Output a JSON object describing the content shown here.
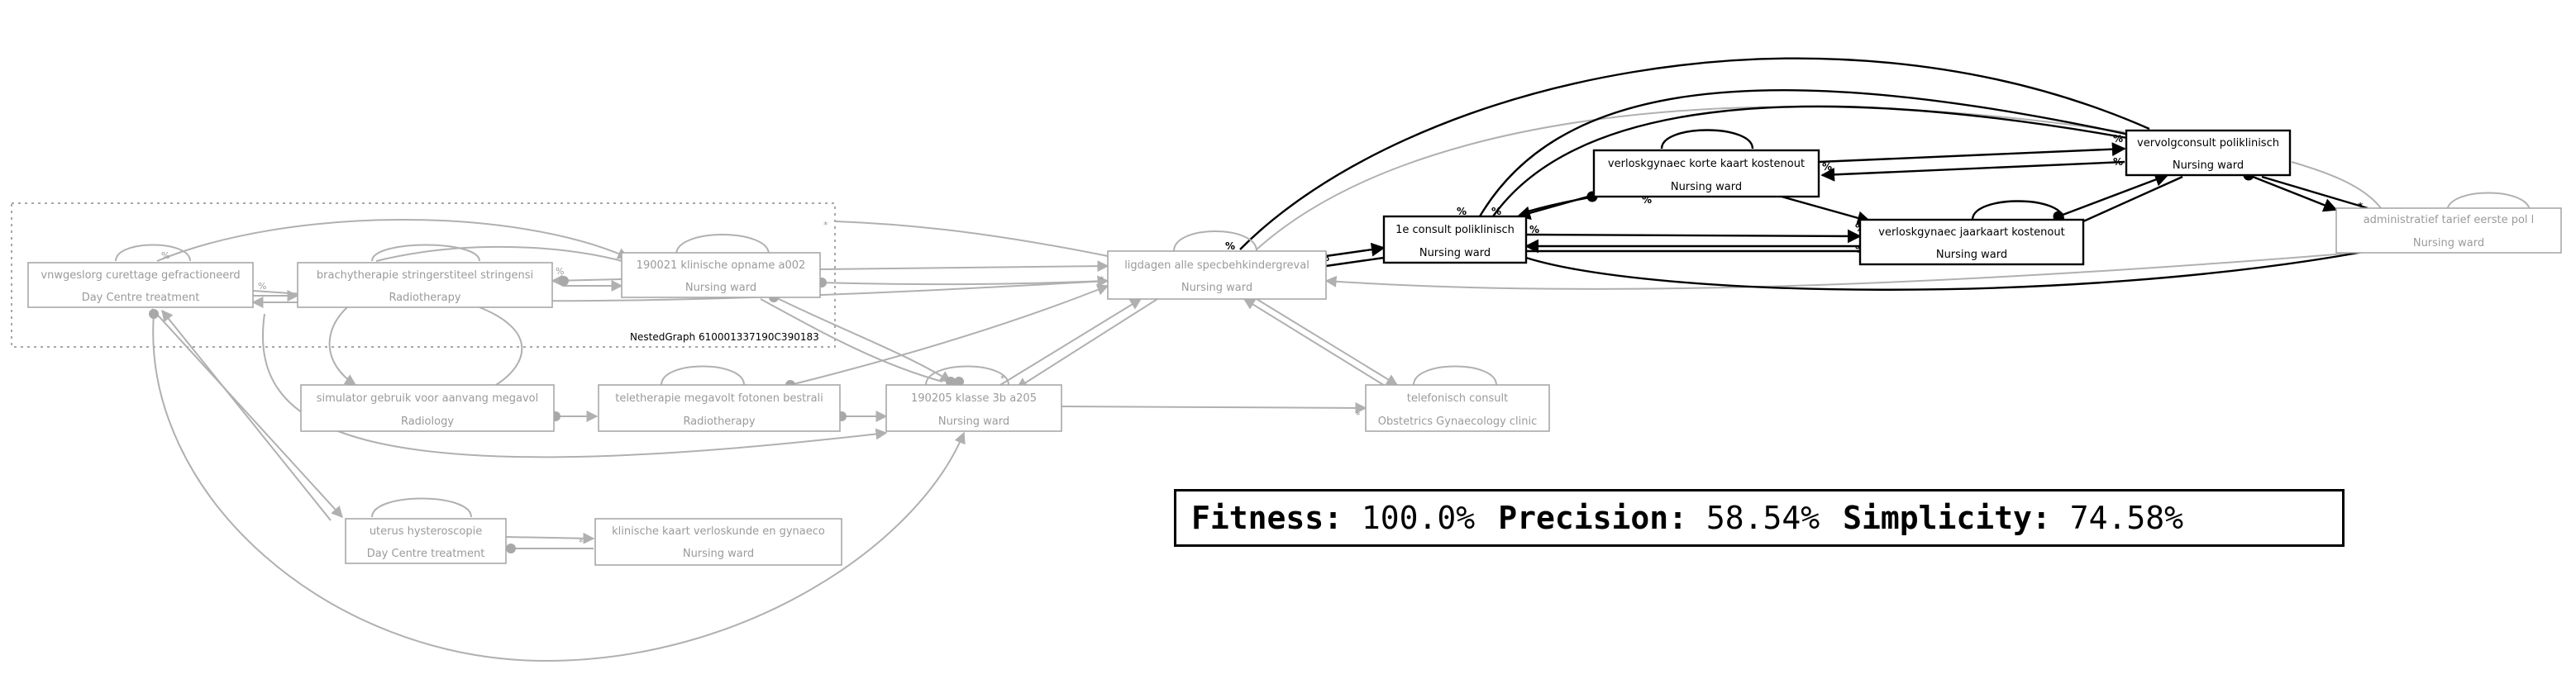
{
  "nested_graph_label": "NestedGraph 610001337190C390183",
  "edge_marks": {
    "percent": "%",
    "star": "*"
  },
  "nodes": [
    {
      "id": "n1",
      "title": "vnwgeslorg curettage gefractioneerd",
      "subtitle": "Day Centre  treatment",
      "style": "faded"
    },
    {
      "id": "n2",
      "title": "brachytherapie  stringerstiteel  stringensi",
      "subtitle": "Radiotherapy",
      "style": "faded"
    },
    {
      "id": "n3",
      "title": "190021 klinische opname a002",
      "subtitle": "Nursing ward",
      "style": "faded"
    },
    {
      "id": "n4",
      "title": "ligdagen  alle specbehkindergreval",
      "subtitle": "Nursing ward",
      "style": "faded"
    },
    {
      "id": "n5",
      "title": "simulator  gebruik voor aanvang megavol",
      "subtitle": "Radiology",
      "style": "faded"
    },
    {
      "id": "n6",
      "title": "teletherapie  megavolt fotonen bestrali",
      "subtitle": "Radiotherapy",
      "style": "faded"
    },
    {
      "id": "n7",
      "title": "190205 klasse 3b        a205",
      "subtitle": "Nursing ward",
      "style": "faded"
    },
    {
      "id": "n8",
      "title": "telefonisch consult",
      "subtitle": "Obstetrics  Gynaecology clinic",
      "style": "faded"
    },
    {
      "id": "n9",
      "title": "uterus        hysteroscopie",
      "subtitle": "Day Centre  treatment",
      "style": "faded"
    },
    {
      "id": "n10",
      "title": "klinische kaart  verloskunde en gynaeco",
      "subtitle": "Nursing ward",
      "style": "faded"
    },
    {
      "id": "n11",
      "title": "1e consult poliklinisch",
      "subtitle": "Nursing ward",
      "style": "dark"
    },
    {
      "id": "n12",
      "title": "verloskgynaec korte kaart kostenout",
      "subtitle": "Nursing ward",
      "style": "dark"
    },
    {
      "id": "n13",
      "title": "verloskgynaec   jaarkaart kostenout",
      "subtitle": "Nursing ward",
      "style": "dark"
    },
    {
      "id": "n14",
      "title": "vervolgconsult poliklinisch",
      "subtitle": "Nursing ward",
      "style": "dark"
    },
    {
      "id": "n15",
      "title": "administratief tarief        eerste pol  l",
      "subtitle": "Nursing ward",
      "style": "faded"
    }
  ],
  "metrics": {
    "fitness_label": "Fitness:",
    "fitness_value": "100.0%",
    "precision_label": "Precision:",
    "precision_value": "58.54%",
    "simplicity_label": "Simplicity:",
    "simplicity_value": "74.58%"
  }
}
